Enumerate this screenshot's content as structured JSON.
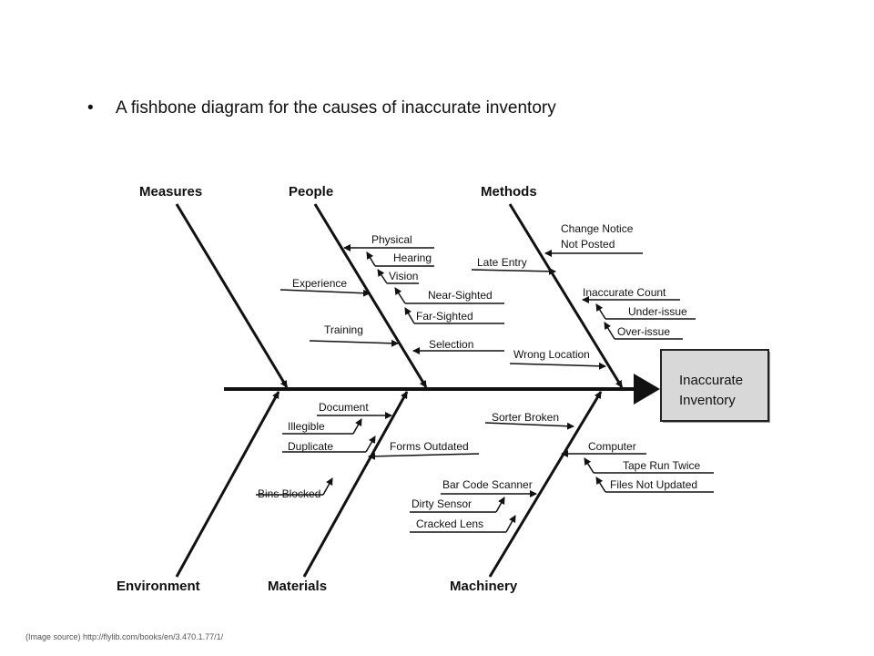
{
  "slide": {
    "bullet": "•",
    "heading": "A fishbone diagram for the causes of inaccurate inventory",
    "source": "(Image source) http://flylib.com/books/en/3.470.1.77/1/"
  },
  "diagram": {
    "effect": [
      "Inaccurate",
      "Inventory"
    ],
    "categories": {
      "measures": "Measures",
      "people": "People",
      "methods": "Methods",
      "environment": "Environment",
      "materials": "Materials",
      "machinery": "Machinery"
    },
    "causes": {
      "physical": "Physical",
      "hearing": "Hearing",
      "vision": "Vision",
      "near_sighted": "Near-Sighted",
      "far_sighted": "Far-Sighted",
      "experience": "Experience",
      "training": "Training",
      "selection": "Selection",
      "change_notice": "Change Notice",
      "not_posted": "Not Posted",
      "late_entry": "Late Entry",
      "inaccurate_count": "Inaccurate Count",
      "under_issue": "Under-issue",
      "over_issue": "Over-issue",
      "wrong_location": "Wrong Location",
      "document": "Document",
      "illegible": "Illegible",
      "duplicate": "Duplicate",
      "forms_outdated": "Forms Outdated",
      "bins_blocked": "Bins Blocked",
      "sorter_broken": "Sorter Broken",
      "computer": "Computer",
      "tape_run_twice": "Tape Run Twice",
      "files_not_updated": "Files Not Updated",
      "bar_code_scanner": "Bar Code Scanner",
      "dirty_sensor": "Dirty Sensor",
      "cracked_lens": "Cracked Lens"
    }
  }
}
